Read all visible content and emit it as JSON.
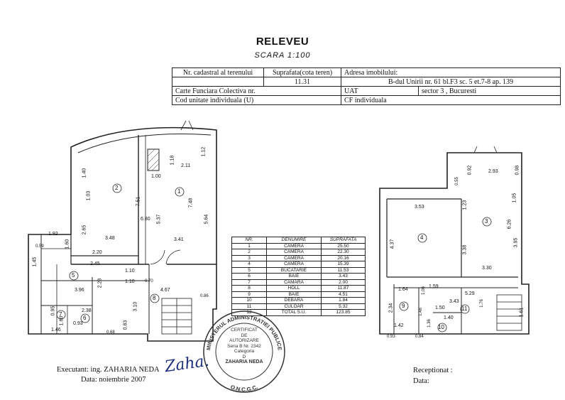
{
  "header": {
    "title": "RELEVEU",
    "scale": "SCARA 1:100"
  },
  "info": {
    "cadastral_label": "Nr. cadastral al terenului",
    "area_label": "Suprafata(cota teren)",
    "address_label": "Adresa imobilului:",
    "area_value": "11.31",
    "address_value": "B-dul Unirii nr. 61 bl.F3 sc. 5 et.7-8 ap. 139",
    "carte_label": "Carte Funciara Colectiva nr.",
    "uat_label": "UAT",
    "uat_value": "sector 3 ,  Bucuresti",
    "cod_label": "Cod unitate individuala (U)",
    "cf_label": "CF individuala"
  },
  "rooms_table": {
    "headers": [
      "NR.",
      "DENUMIRE",
      "SUPRAFATA"
    ],
    "rows": [
      [
        "1",
        "CAMERA",
        "25.50"
      ],
      [
        "2",
        "CAMERA",
        "22.30"
      ],
      [
        "3",
        "CAMERA",
        "20.16"
      ],
      [
        "4",
        "CAMERA",
        "15.39"
      ],
      [
        "5",
        "BUCATARIE",
        "11.53"
      ],
      [
        "6",
        "BAIE",
        "3.43"
      ],
      [
        "7",
        "CAMARA",
        "2.00"
      ],
      [
        "8",
        "HOLL",
        "11.87"
      ],
      [
        "9",
        "BAIE",
        "4.51"
      ],
      [
        "10",
        "DEBARA",
        "1.84"
      ],
      [
        "11",
        "CULOAR",
        "5.32"
      ],
      [
        "12",
        "TOTAL S.U.",
        "123.85"
      ]
    ]
  },
  "plan_left": {
    "room_numbers": [
      "1",
      "2",
      "5",
      "6",
      "7",
      "8"
    ],
    "dims": [
      "1.40",
      "1.03",
      "2.65",
      "1.92",
      "1.60",
      "0.59",
      "1.45",
      "2.20",
      "2.45",
      "3.48",
      "3.41",
      "6.80",
      "7.51",
      "5.37",
      "7.48",
      "5.64",
      "1.12",
      "2.11",
      "1.18",
      "1.00",
      "1.10",
      "1.10",
      "0.70",
      "2.28",
      "3.96",
      "4.67",
      "0.86",
      "3.10",
      "2.38",
      "0.95",
      "1.60",
      "0.93",
      "1.46",
      "0.83",
      "0.68"
    ]
  },
  "plan_right": {
    "room_numbers": [
      "3",
      "4",
      "9",
      "10",
      "11"
    ],
    "dims": [
      "0.92",
      "0.55",
      "2.93",
      "0.98",
      "3.53",
      "1.23",
      "1.05",
      "4.37",
      "6.26",
      "3.38",
      "3.95",
      "3.30",
      "1.64",
      "1.59",
      "1.06",
      "5.29",
      "3.43",
      "2.34",
      "1.76",
      "1.50",
      "1.40",
      "1.48",
      "1.36",
      "1.42",
      "1.61",
      "0.84",
      "0.93"
    ]
  },
  "stamp": {
    "outer_top": "MINISTERUL ADMINISTRATIEI PUBLICE",
    "outer_bottom": "O.N.C.G.C.",
    "l1": "CERTIFICAT",
    "l2": "DE",
    "l3": "AUTORIZARE",
    "l4": "Seria B Nr. 2342",
    "l5": "Categoria",
    "l6": "D",
    "l7": "ZAHARIA NEDA"
  },
  "footer": {
    "executant": "Executant:  ing. ZAHARIA NEDA",
    "date": "Data:  noiembrie 2007",
    "receptionat": "Receptionat :",
    "data_right": "Data:"
  },
  "signature": "Zaha."
}
